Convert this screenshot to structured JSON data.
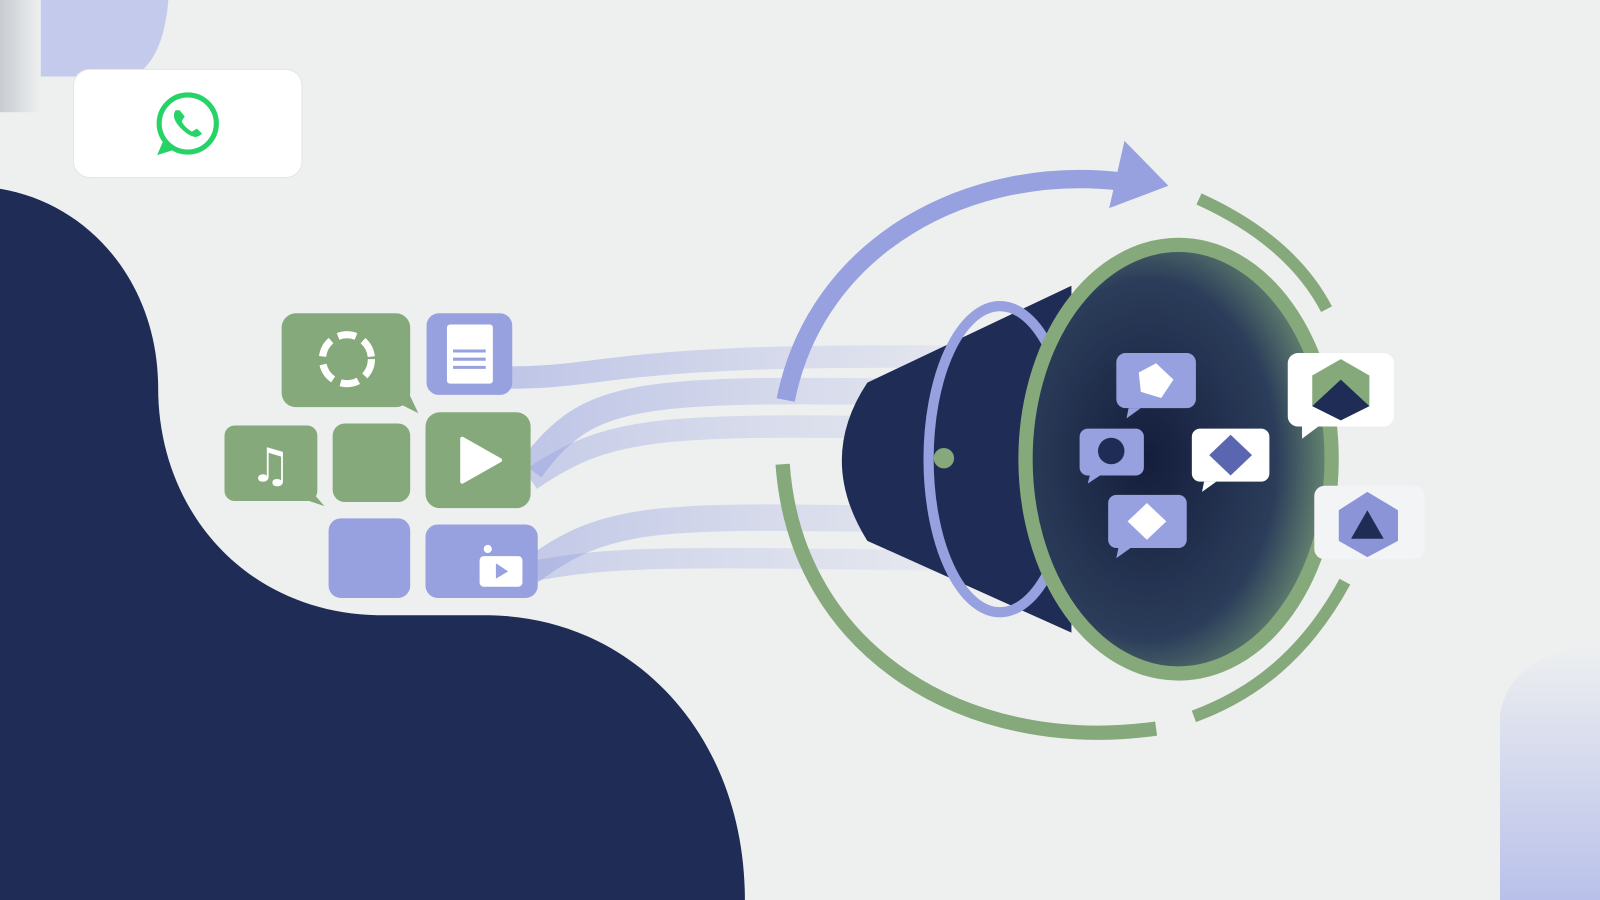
{
  "colors": {
    "background": "#eef0f0",
    "navy": "#1f2c55",
    "green": "#86a97b",
    "lavender": "#97a1df",
    "whatsapp_green": "#25d366",
    "card_white": "#ffffff"
  },
  "logo": {
    "icon": "whatsapp-icon"
  },
  "media_tiles": [
    {
      "icon": "image-chat-icon",
      "color": "green"
    },
    {
      "icon": "document-icon",
      "color": "lavender"
    },
    {
      "icon": "music-icon",
      "color": "green"
    },
    {
      "icon": "blank-tile",
      "color": "green"
    },
    {
      "icon": "play-icon",
      "color": "green"
    },
    {
      "icon": "blank-tile",
      "color": "lavender"
    },
    {
      "icon": "video-icon",
      "color": "lavender"
    }
  ],
  "output_bubbles": [
    {
      "icon": "gem-chat-icon"
    },
    {
      "icon": "pie-chat-icon"
    },
    {
      "icon": "gem-chat-icon"
    },
    {
      "icon": "gem-chat-icon"
    },
    {
      "icon": "cube-chat-icon"
    },
    {
      "icon": "gem-chat-icon"
    }
  ]
}
